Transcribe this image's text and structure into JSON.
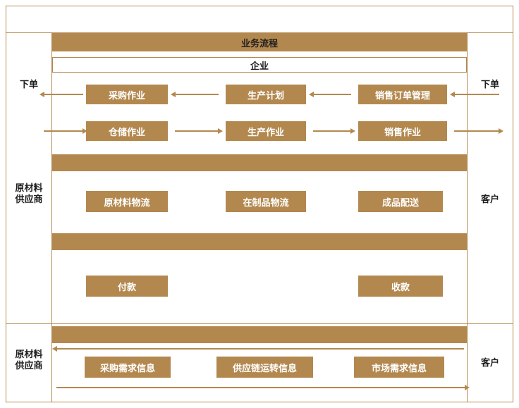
{
  "colors": {
    "tan": "#b3884f",
    "box-text": "#ffffff",
    "dark-text": "#1f1f1f"
  },
  "header": {
    "process_title": "业务流程",
    "enterprise": "企业"
  },
  "side_labels": {
    "order_left": "下单",
    "order_right": "下单",
    "supplier_mid_1": "原材料",
    "supplier_mid_2": "供应商",
    "customer_mid": "客户",
    "supplier_bottom_1": "原材料",
    "supplier_bottom_2": "供应商",
    "customer_bottom": "客户"
  },
  "flow": {
    "order_row": [
      "采购作业",
      "生产计划",
      "销售订单管理"
    ],
    "operation_row": [
      "仓储作业",
      "生产作业",
      "销售作业"
    ],
    "logistics_row": [
      "原材料物流",
      "在制品物流",
      "成品配送"
    ],
    "payment_row": [
      "付款",
      "收款"
    ],
    "info_row": [
      "采购需求信息",
      "供应链运转信息",
      "市场需求信息"
    ]
  }
}
